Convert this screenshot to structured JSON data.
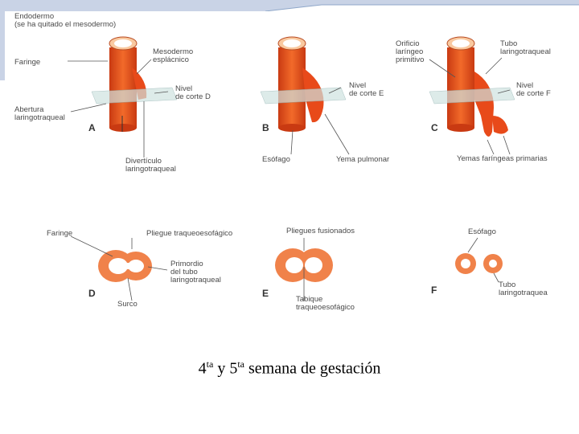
{
  "caption": {
    "num1": "4",
    "sup1": "ta",
    "mid": " y ",
    "num2": "5",
    "sup2": "ta",
    "rest": " semana de gestación"
  },
  "panels": {
    "A": "A",
    "B": "B",
    "C": "C",
    "D": "D",
    "E": "E",
    "F": "F"
  },
  "labels": {
    "endodermo": "Endodermo\n(se ha quitado el mesodermo)",
    "faringe_a": "Faringe",
    "abertura": "Abertura\nlaringotraqueal",
    "mesodermo": "Mesodermo\nesplácnico",
    "nivel_d": "Nivel\nde corte D",
    "diverticulo": "Divertículo\nlaringotraqueal",
    "nivel_e": "Nivel\nde corte E",
    "esofago_b": "Esófago",
    "yema": "Yema pulmonar",
    "orificio": "Orificio\nlaríngeo\nprimitivo",
    "tubo_c": "Tubo\nlaringotraqueal",
    "nivel_f": "Nivel\nde corte F",
    "yemas": "Yemas faríngeas primarias",
    "faringe_d": "Faringe",
    "pliegue": "Pliegue traqueoesofágico",
    "primordio": "Primordio\ndel tubo\nlaringotraqueal",
    "surco": "Surco",
    "pliegues": "Pliegues fusionados",
    "tabique": "Tabique\ntraqueoesofágico",
    "esofago_f": "Esófago",
    "tubo_f": "Tubo\nlaringotraquea"
  },
  "colors": {
    "tissue": "#e84a1a",
    "tissue_light": "#f7b58c",
    "inner": "#fde3c8",
    "plane": "#cfe3e0",
    "frame": "#8fa7c9"
  }
}
